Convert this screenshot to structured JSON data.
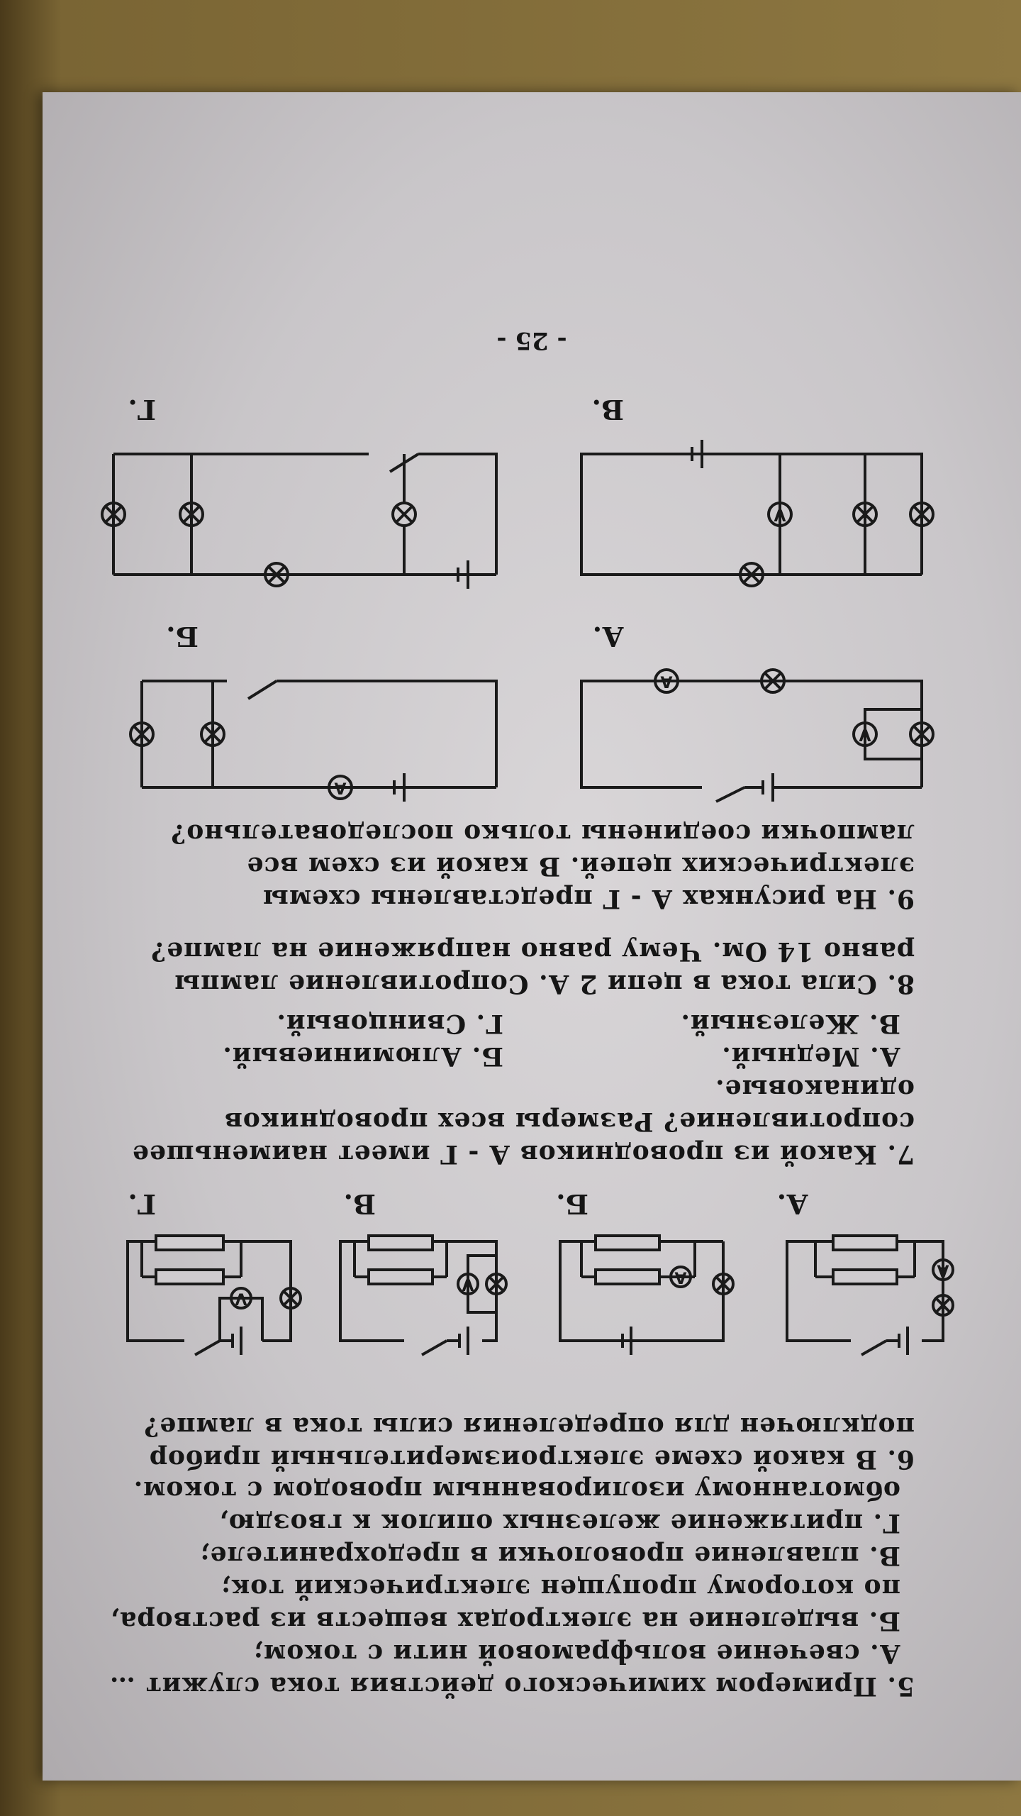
{
  "page_number": "- 25 -",
  "q5": {
    "stem": "5. Примером химического действия тока служит …",
    "options": [
      "А. свечение вольфрамовой нити с током;",
      "Б. выделение на электродах веществ из раствора, по которому пропущен электрический ток;",
      "В. плавление проволочки в предохранителе;",
      "Г. притяжение железных опилок к гвоздю, обмотанному изолированным проводом с током."
    ]
  },
  "q6": {
    "stem": "6. В какой схеме электроизмерительный прибор подключен для определения силы тока в лампе?",
    "labels": [
      "А.",
      "Б.",
      "В.",
      "Г."
    ]
  },
  "q7": {
    "stem": "7. Какой из проводников А - Г имеет наименьшее сопротивление? Размеры всех проводников одинаковые.",
    "options": [
      "А. Медный.",
      "Б. Алюминиевый.",
      "В. Железный.",
      "Г. Свинцовый."
    ]
  },
  "q8": {
    "stem": "8. Сила тока в цепи 2 А. Сопротивление лампы равно 14 Ом. Чему равно напряжение на лампе?"
  },
  "q9": {
    "stem": "9. На рисунках А - Г представлены схемы электрических цепей. В какой из схем все лампочки соединены только последовательно?",
    "labels": [
      "А.",
      "Б.",
      "В.",
      "Г."
    ]
  },
  "symbols": {
    "ammeter": "A",
    "voltmeter": "V"
  }
}
